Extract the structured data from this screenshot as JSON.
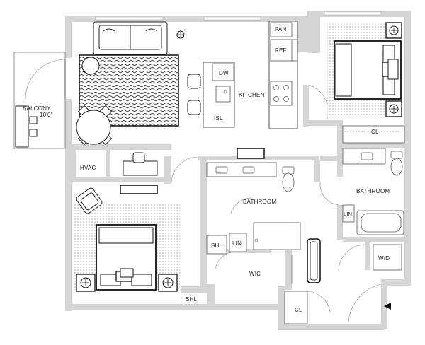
{
  "colors": {
    "wall": "#d5d5d5",
    "wall_dark": "#bdbdbd",
    "line": "#3a3a3a",
    "fixture": "#555555",
    "rug_dot": "#bdbdbd",
    "rug_zigzag": "#2e2e2e",
    "ink": "#111111"
  },
  "labels": {
    "pan": "PAN",
    "ref": "REF",
    "dw": "DW",
    "kitchen": "KITCHEN",
    "isl": "ISL",
    "balcony": "BALCONY",
    "balcony_dim": "10'0\"",
    "hvac": "HVAC",
    "cl_upper": "CL",
    "bathroom_center": "BATHROOM",
    "bathroom_right": "BATHROOM",
    "lin_right": "LIN",
    "lin_center": "LIN",
    "shl_upper": "SHL",
    "shl_lower": "SHL",
    "wic": "WIC",
    "wd": "W/D",
    "cl_lower": "CL"
  },
  "icons": {
    "entry_arrow": "triangle-left-icon",
    "sofa": "sofa-icon",
    "bed": "bed-icon",
    "dining_table": "dining-table-icon"
  }
}
